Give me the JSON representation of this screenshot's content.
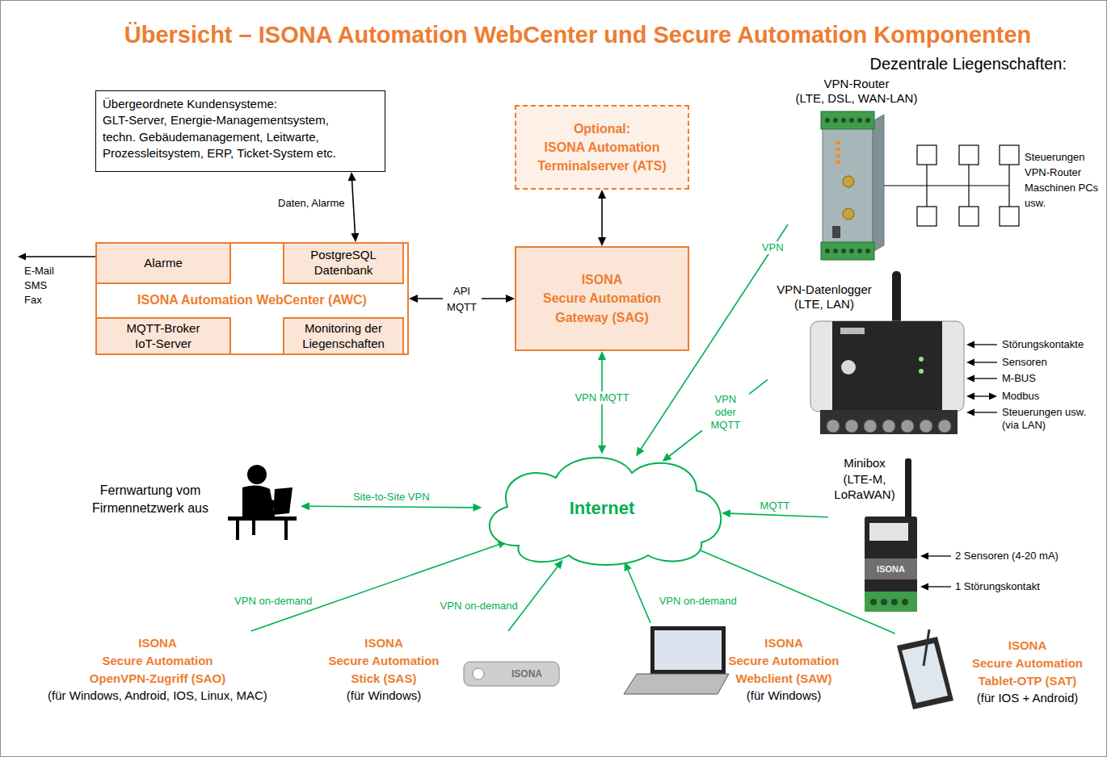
{
  "diagram": {
    "title": "Übersicht – ISONA Automation WebCenter und Secure Automation Komponenten",
    "nodes": [
      {
        "text": [
          "Übergeordnete Kundensysteme:",
          "GLT-Server, Energie-Managementsystem, techn. Gebäudemanagement, Leitwarte, Prozessleitsystem, ERP, Ticket-System etc."
        ]
      },
      {
        "text": [
          "Optional:",
          "ISONA Automation Terminalserver (ATS)"
        ]
      },
      {
        "text": [
          "VPN-Router",
          "(LTE, DSL, WAN-LAN)"
        ]
      },
      {
        "text": [
          "ISONA Automation WebCenter (AWC)"
        ]
      },
      {
        "text": [
          "Alarme"
        ],
        "in": 3
      },
      {
        "text": [
          "PostgreSQL Datenbank"
        ],
        "in": 3
      },
      {
        "text": [
          "MQTT-Broker IoT-Server"
        ],
        "in": 3
      },
      {
        "text": [
          "Monitoring der Liegenschaften"
        ],
        "in": 3
      },
      {
        "text": [
          "ISONA",
          "Secure Automation Gateway (SAG)"
        ]
      },
      {
        "text": [
          "VPN-Datenlogger",
          "(LTE, LAN)"
        ]
      },
      {
        "text": [
          "Fernwartung vom Firmennetzwerk aus"
        ]
      },
      {
        "text": [
          "Internet"
        ]
      },
      {
        "text": [
          "Minibox",
          "(LTE-M, LoRaWAN)"
        ]
      },
      {
        "text": [
          "ISONA",
          "Secure Automation OpenVPN-Zugriff (SAO)",
          "(für Windows, Android, IOS, Linux, MAC)"
        ]
      },
      {
        "text": [
          "ISONA",
          "Secure Automation Stick (SAS)",
          "(für Windows)"
        ]
      },
      {
        "text": [
          "ISONA",
          "Secure Automation Webclient (SAW)",
          "(für Windows)"
        ]
      },
      {
        "text": [
          "ISONA",
          "Secure Automation Tablet-OTP (SAT)",
          "(für IOS + Android)"
        ]
      }
    ],
    "edges": [
      {
        "from": 0,
        "to": 3,
        "arrow": "both",
        "label": "Daten, Alarme"
      },
      {
        "from": 1,
        "to": 8,
        "arrow": "both"
      },
      {
        "from": 3,
        "to": 8,
        "arrow": "both",
        "label": "API MQTT"
      },
      {
        "from": 8,
        "to": 11,
        "arrow": "both",
        "label": "VPN MQTT"
      },
      {
        "from": 2,
        "to": 11,
        "arrow": "to",
        "label": "VPN"
      },
      {
        "from": 9,
        "to": 11,
        "arrow": "to",
        "label": "VPN oder MQTT"
      },
      {
        "from": 10,
        "to": 11,
        "arrow": "both",
        "label": "Site-to-Site VPN"
      },
      {
        "from": 12,
        "to": 11,
        "arrow": "to",
        "label": "MQTT"
      },
      {
        "from": 13,
        "to": 11,
        "arrow": "to",
        "label": "VPN on-demand"
      },
      {
        "from": 14,
        "to": 11,
        "arrow": "to",
        "label": "VPN on-demand"
      },
      {
        "from": 15,
        "to": 11,
        "arrow": "to",
        "label": "VPN on-demand"
      },
      {
        "from": 16,
        "to": 11,
        "arrow": "to"
      }
    ],
    "labels": [
      "Dezentrale Liegenschaften:",
      "E-Mail",
      "SMS",
      "Fax",
      "Steuerungen VPN-Router Maschinen PCs usw.",
      "Störungskontakte",
      "Sensoren",
      "M-BUS",
      "Modbus",
      "Steuerungen usw. (via LAN)",
      "2 Sensoren (4-20 mA)",
      "1 Störungskontakt",
      "ISONA",
      "ISONA"
    ]
  }
}
